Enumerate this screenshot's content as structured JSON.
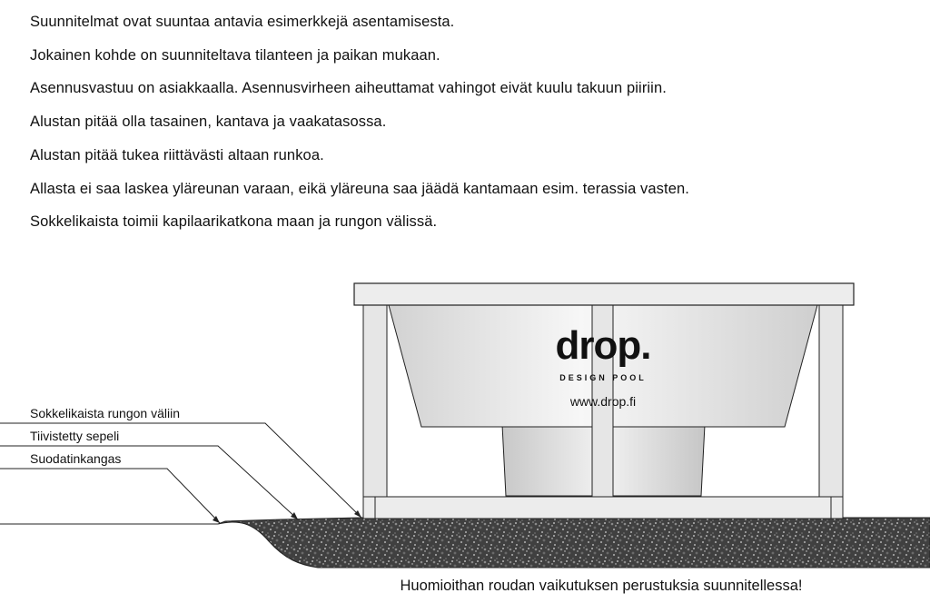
{
  "notes": [
    "Suunnitelmat ovat suuntaa antavia esimerkkejä asentamisesta.",
    "Jokainen kohde on suunniteltava tilanteen ja paikan mukaan.",
    "Asennusvastuu on asiakkaalla. Asennusvirheen aiheuttamat vahingot eivät kuulu takuun piiriin.",
    "Alustan pitää olla tasainen, kantava ja vaakatasossa.",
    "Alustan pitää tukea riittävästi altaan runkoa.",
    "Allasta ei saa laskea yläreunan varaan, eikä yläreuna saa jäädä kantamaan esim. terassia vasten.",
    "Sokkelikaista toimii kapilaarikatkona maan ja rungon välissä."
  ],
  "labels": {
    "plinth": "Sokkelikaista rungon väliin",
    "gravel": "Tiivistetty sepeli",
    "fabric": "Suodatinkangas"
  },
  "pool": {
    "brand": "drop.",
    "tagline": "DESIGN POOL",
    "url": "www.drop.fi"
  },
  "footer": "Huomioithan roudan vaikutuksen perustuksia suunnitellessa!",
  "colors": {
    "ground": "#3a3a3a",
    "frame": "#e4e4e4",
    "outline": "#222222"
  }
}
